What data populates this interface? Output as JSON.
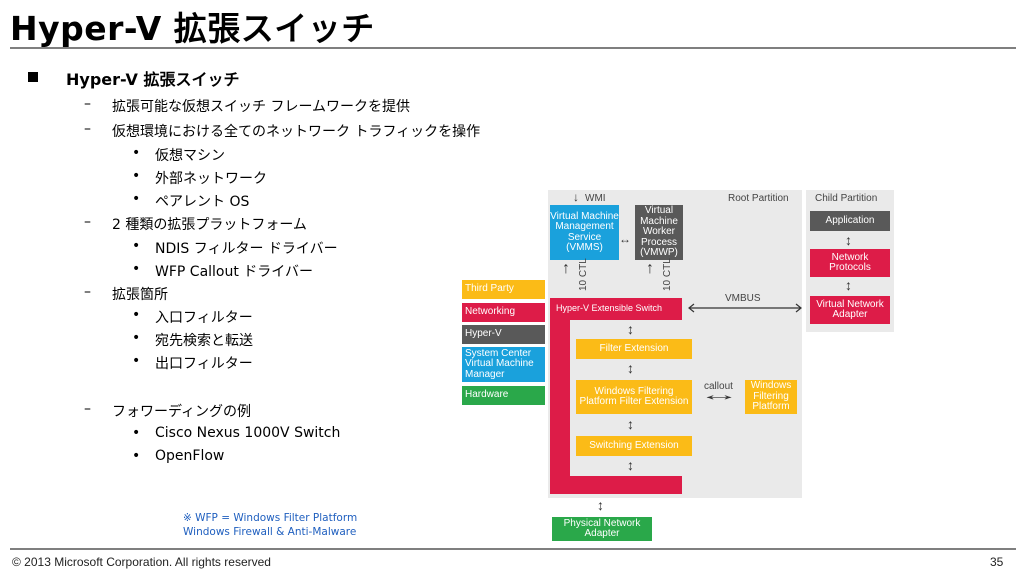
{
  "title": "Hyper-V 拡張スイッチ",
  "main_bullet": "Hyper-V 拡張スイッチ",
  "items": {
    "i1": "拡張可能な仮想スイッチ フレームワークを提供",
    "i2": "仮想環境における全てのネットワーク トラフィックを操作",
    "i2a": "仮想マシン",
    "i2b": "外部ネットワーク",
    "i2c": "ペアレント OS",
    "i3": "2 種類の拡張プラットフォーム",
    "i3a": "NDIS フィルター ドライバー",
    "i3b": "WFP Callout ドライバー",
    "i4": "拡張箇所",
    "i4a": "入口フィルター",
    "i4b": "宛先検索と転送",
    "i4c": "出口フィルター",
    "i5": "フォワーディングの例",
    "i5a": "Cisco Nexus 1000V Switch",
    "i5b": "OpenFlow"
  },
  "markers": {
    "dash": "–",
    "dot": "•"
  },
  "note": {
    "line1": "※ WFP = Windows Filter Platform",
    "line2": "Windows Firewall & Anti-Malware"
  },
  "diagram": {
    "root_partition": "Root Partition",
    "child_partition": "Child Partition",
    "wmi": "WMI",
    "vmms": "Virtual Machine Management Service (VMMS)",
    "vmwp": "Virtual Machine Worker Process (VMWP)",
    "ctl": "10 CTL",
    "switch": "Hyper-V Extensible Switch",
    "filter_ext": "Filter Extension",
    "wfp": "Windows Filtering Platform Filter Extension",
    "callout": "callout",
    "wfp_right": "Windows Filtering Platform",
    "switching_ext": "Switching Extension",
    "vmbus": "VMBUS",
    "application": "Application",
    "net_protocols": "Network Protocols",
    "vna": "Virtual Network Adapter",
    "physical": "Physical Network Adapter",
    "legend": {
      "third_party": "Third Party",
      "networking": "Networking",
      "hyperv": "Hyper-V",
      "system_center": "System Center Virtual Machine Manager",
      "hardware": "Hardware"
    },
    "colors": {
      "third_party": "#fbbb17",
      "networking": "#dd1c48",
      "hyperv": "#595959",
      "system_center": "#1aa1dc",
      "hardware": "#2aa84a"
    }
  },
  "footer": "© 2013 Microsoft Corporation. All rights reserved",
  "page_number": "35"
}
